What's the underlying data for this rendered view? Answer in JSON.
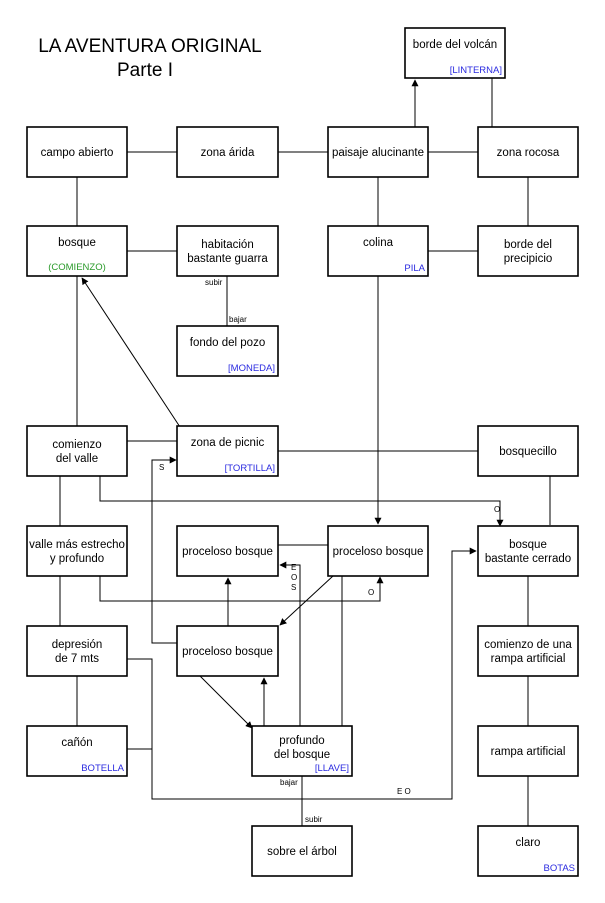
{
  "title": {
    "line1": "LA AVENTURA ORIGINAL",
    "line2": "Parte I"
  },
  "colors": {
    "start": "#2a9a2a",
    "item": "#2a2ae0",
    "line": "#000000",
    "box_border": "#000000"
  },
  "nodes": [
    {
      "id": "borde_volcan",
      "lines": [
        "borde del volcán"
      ],
      "item": "[LINTERNA]"
    },
    {
      "id": "campo_abierto",
      "lines": [
        "campo abierto"
      ]
    },
    {
      "id": "zona_arida",
      "lines": [
        "zona árida"
      ]
    },
    {
      "id": "paisaje",
      "lines": [
        "paisaje alucinante"
      ]
    },
    {
      "id": "zona_rocosa",
      "lines": [
        "zona rocosa"
      ]
    },
    {
      "id": "bosque",
      "lines": [
        "bosque"
      ],
      "start": "(COMIENZO)"
    },
    {
      "id": "habitacion",
      "lines": [
        "habitación",
        "bastante guarra"
      ]
    },
    {
      "id": "colina",
      "lines": [
        "colina"
      ],
      "item": "PILA"
    },
    {
      "id": "borde_precipicio",
      "lines": [
        "borde del",
        "precipicio"
      ]
    },
    {
      "id": "fondo_pozo",
      "lines": [
        "fondo del pozo"
      ],
      "item": "[MONEDA]"
    },
    {
      "id": "comienzo_valle",
      "lines": [
        "comienzo",
        "del valle"
      ]
    },
    {
      "id": "zona_picnic",
      "lines": [
        "zona de picnic"
      ],
      "item": "[TORTILLA]"
    },
    {
      "id": "bosquecillo",
      "lines": [
        "bosquecillo"
      ]
    },
    {
      "id": "valle_estrecho",
      "lines": [
        "valle más estrecho",
        "y profundo"
      ]
    },
    {
      "id": "proceloso1",
      "lines": [
        "proceloso bosque"
      ]
    },
    {
      "id": "proceloso2",
      "lines": [
        "proceloso bosque"
      ]
    },
    {
      "id": "bosque_cerrado",
      "lines": [
        "bosque",
        "bastante cerrado"
      ]
    },
    {
      "id": "depresion",
      "lines": [
        "depresión",
        "de 7 mts"
      ]
    },
    {
      "id": "proceloso3",
      "lines": [
        "proceloso bosque"
      ]
    },
    {
      "id": "comienzo_rampa",
      "lines": [
        "comienzo de una",
        "rampa artificial"
      ]
    },
    {
      "id": "canon",
      "lines": [
        "cañón"
      ],
      "item": "BOTELLA"
    },
    {
      "id": "profundo",
      "lines": [
        "profundo",
        "del bosque"
      ],
      "item": "[LLAVE]"
    },
    {
      "id": "rampa",
      "lines": [
        "rampa artificial"
      ]
    },
    {
      "id": "arbol",
      "lines": [
        "sobre el árbol"
      ]
    },
    {
      "id": "claro",
      "lines": [
        "claro"
      ],
      "item": "BOTAS"
    }
  ],
  "edge_labels": {
    "subir_top": "subir",
    "bajar_pozo": "bajar",
    "bajar_profundo": "bajar",
    "subir_arbol": "subir",
    "s_picnic": "S",
    "e_os": "E\nO\nS",
    "o_bosque": "O",
    "o_proceloso": "O",
    "e_o_bottom": "E O"
  }
}
